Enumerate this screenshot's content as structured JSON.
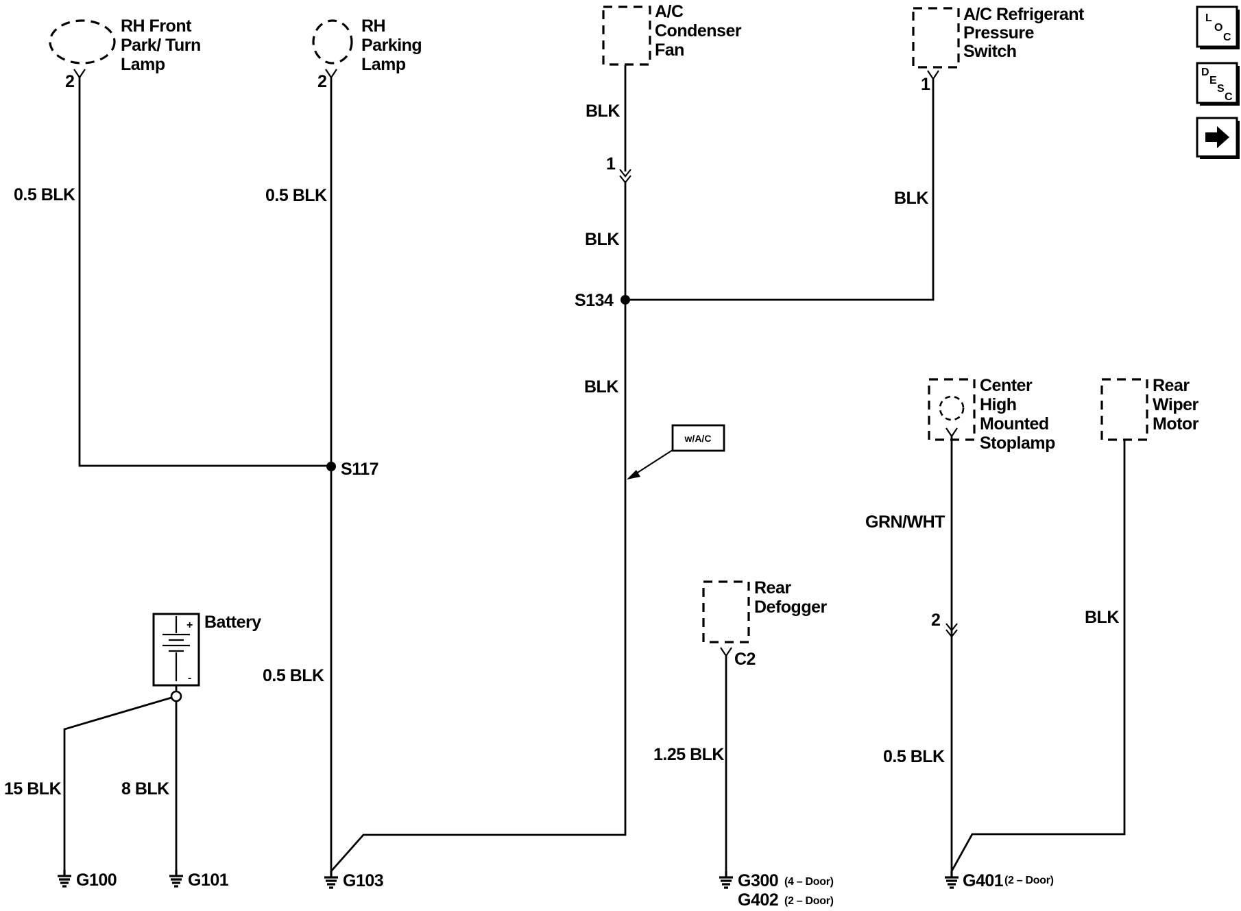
{
  "components": {
    "rh_front_park_turn_lamp": [
      "RH Front",
      "Park/ Turn",
      "Lamp"
    ],
    "rh_parking_lamp": [
      "RH",
      "Parking",
      "Lamp"
    ],
    "ac_condenser_fan": [
      "A/C",
      "Condenser",
      "Fan"
    ],
    "ac_refrigerant_pressure_switch": [
      "A/C Refrigerant",
      "Pressure",
      "Switch"
    ],
    "center_high_mounted_stoplamp": [
      "Center",
      "High",
      "Mounted",
      "Stoplamp"
    ],
    "rear_wiper_motor": [
      "Rear",
      "Wiper",
      "Motor"
    ],
    "rear_defogger": [
      "Rear",
      "Defogger"
    ],
    "battery": "Battery"
  },
  "pins": {
    "front_lamp": "2",
    "parking_lamp": "2",
    "pressure_switch": "1",
    "condenser_inline": "1",
    "stoplamp_inline": "2",
    "defogger_connector": "C2"
  },
  "wires": {
    "front_lamp": "0.5 BLK",
    "parking_lamp": "0.5 BLK",
    "condenser_upper": "BLK",
    "condenser_middle": "BLK",
    "condenser_lower": "BLK",
    "pressure_switch": "BLK",
    "s117_to_g103": "0.5 BLK",
    "battery_g100": "15 BLK",
    "battery_g101": "8 BLK",
    "defogger": "1.25 BLK",
    "stoplamp_upper": "GRN/WHT",
    "stoplamp_lower": "0.5 BLK",
    "wiper": "BLK"
  },
  "splices": {
    "s117": "S117",
    "s134": "S134"
  },
  "grounds": {
    "g100": "G100",
    "g101": "G101",
    "g103": "G103",
    "g300": "G300",
    "g300_note": "(4 – Door)",
    "g402": "G402",
    "g402_note": "(2 – Door)",
    "g401": "G401",
    "g401_note": "(2 – Door)"
  },
  "option_tag": "w/A/C",
  "nav": {
    "loc": {
      "main": "L",
      "sub": "O",
      "sub2": "C"
    },
    "desc": {
      "main": "D",
      "sub": "E",
      "sub2": "S",
      "sub3": "C"
    },
    "next_icon": "arrow-right-icon"
  }
}
